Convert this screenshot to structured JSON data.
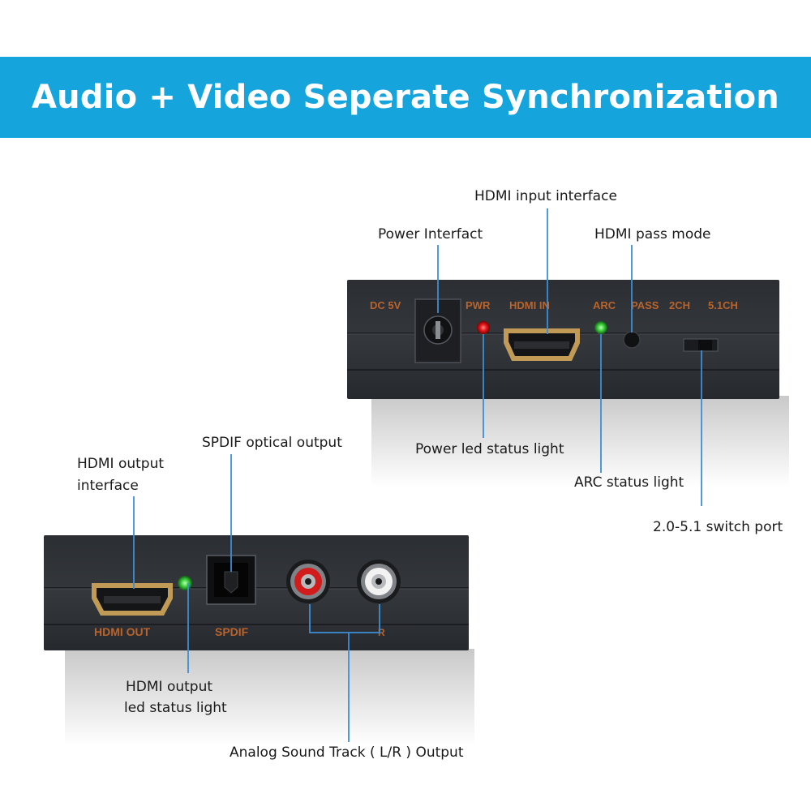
{
  "header": {
    "title": "Audio + Video Seperate Synchronization",
    "background_color": "#16a4dd"
  },
  "device_top": {
    "panel_labels": {
      "dc": "DC 5V",
      "pwr": "PWR",
      "hdmi_in": "HDMI IN",
      "arc": "ARC",
      "pass": "PASS",
      "ch2": "2CH",
      "ch51": "5.1CH"
    },
    "callouts": {
      "hdmi_input": "HDMI input interface",
      "power_interface": "Power Interfact",
      "hdmi_pass_mode": "HDMI pass mode",
      "power_led": "Power led status light",
      "arc_status": "ARC status light",
      "switch_port": "2.0-5.1 switch port"
    }
  },
  "device_bottom": {
    "panel_labels": {
      "hdmi_out": "HDMI OUT",
      "spdif": "SPDIF",
      "right": "R"
    },
    "callouts": {
      "spdif_optical": "SPDIF optical output",
      "hdmi_output_line1": "HDMI output",
      "hdmi_output_line2": "interface",
      "hdmi_led_line1": "HDMI output",
      "hdmi_led_line2": "led status light",
      "analog_output": "Analog Sound Track ( L/R ) Output"
    }
  },
  "colors": {
    "accent_line": "#3a8fd6",
    "led_red": "#e51818",
    "led_green": "#3fcf3f",
    "panel_print": "#b8642c"
  }
}
